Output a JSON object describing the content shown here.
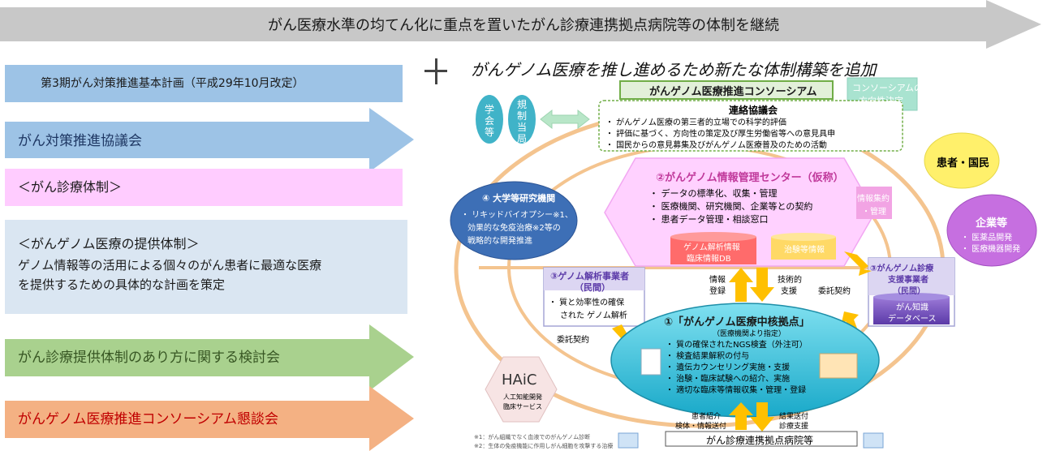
{
  "top_banner": "がん医療水準の均てん化に重点を置いたがん診療連携拠点病院等の体制を継続",
  "plus_title": "がんゲノム医療を推し進めるため新たな体制構築を追加",
  "left_items": {
    "plan": "第3期がん対策推進基本計画（平成29年10月改定）",
    "council": "がん対策推進協議会",
    "care_system": "＜がん診療体制＞",
    "genome_heading": "＜がんゲノム医療の提供体制＞",
    "genome_body_1": "ゲノム情報等の活用による個々のがん患者に最適な医療",
    "genome_body_2": "を提供するための具体的な計画を策定",
    "study_group": "がん診療提供体制のあり方に関する検討会",
    "consortium_talk": "がんゲノム医療推進コンソーシアム懇談会"
  },
  "diagram": {
    "consortium_title": "がんゲノム医療推進コンソーシアム",
    "direction": [
      "コンソーシアムの",
      "方向性決定"
    ],
    "liaison_title": "連絡協議会",
    "liaison_items": [
      "・ がんゲノム医療の第三者的立場での科学的評価",
      "・ 評価に基づく、方向性の策定及び厚生労働省等への意見具申",
      "・ 国民からの意見募集及びがんゲノム医療普及のための活動"
    ],
    "academia": [
      "学",
      "会",
      "等"
    ],
    "regulator": [
      "規",
      "制",
      "当",
      "局"
    ],
    "patients": "患者・国民",
    "center_title": "②がんゲノム情報管理センター（仮称）",
    "center_items": [
      "・ データの標準化、収集・管理",
      "・ 医療機関、研究機関、企業等との契約",
      "・ 患者データ管理・相談窓口"
    ],
    "info_collect": [
      "情報集約",
      "・管理"
    ],
    "db_genome": [
      "ゲノム解析情報",
      "臨床情報DB"
    ],
    "db_trial": "治験等情報",
    "university_title": "④ 大学等研究機関",
    "university_items": [
      "・ リキッドバイオプシー※1、",
      "効果的な免疫治療※2等の",
      "戦略的な開発推進"
    ],
    "company_title": "企業等",
    "company_items": [
      "・ 医薬品開発",
      "・ 医療機器開発"
    ],
    "analysis_title": [
      "③ゲノム解析事業者",
      "（民間）"
    ],
    "analysis_items": [
      "・ 質と効率性の確保",
      "された ゲノム解析"
    ],
    "diag_support_title": [
      "③がんゲノム診療",
      "支援事業者",
      "（民間）"
    ],
    "knowledge_db": [
      "がん知識",
      "データベース"
    ],
    "info_reg": [
      "情報",
      "登録"
    ],
    "tech_support": [
      "技術的",
      "支援"
    ],
    "outsource_1": "委託契約",
    "outsource_2": "委託契約",
    "hub_title": "①「がんゲノム医療中核拠点」",
    "hub_sub": "（医療機関より指定）",
    "hub_items": [
      "・ 質の確保されたNGS検査（外注可）",
      "・ 検査結果解釈の付与",
      "・ 遺伝カウンセリング実施・支援",
      "・ 治験・臨床試験への紹介、実施",
      "・ 適切な臨床等情報収集・管理・登録"
    ],
    "haic_title": "HAiC",
    "haic_sub": [
      "人工知能開発",
      "臨床サービス"
    ],
    "referral": [
      "患者紹介",
      "検体・情報送付"
    ],
    "result": [
      "結果送付",
      "診療支援"
    ],
    "base_hospitals": "がん診療連携拠点病院等",
    "notes": [
      "※1：がん組織でなく血液でのがんゲノム診断",
      "※2：生体の免疫機能に作用しがん細胞を攻撃する治療"
    ]
  },
  "colors": {
    "banner": "#c8c8c8",
    "blue_box": "#9dc3e6",
    "pink_box": "#ffccff",
    "light_blue": "#dae6f2",
    "green_arrow": "#a9d18e",
    "orange_arrow": "#f4b183",
    "red_text": "#c00000"
  }
}
